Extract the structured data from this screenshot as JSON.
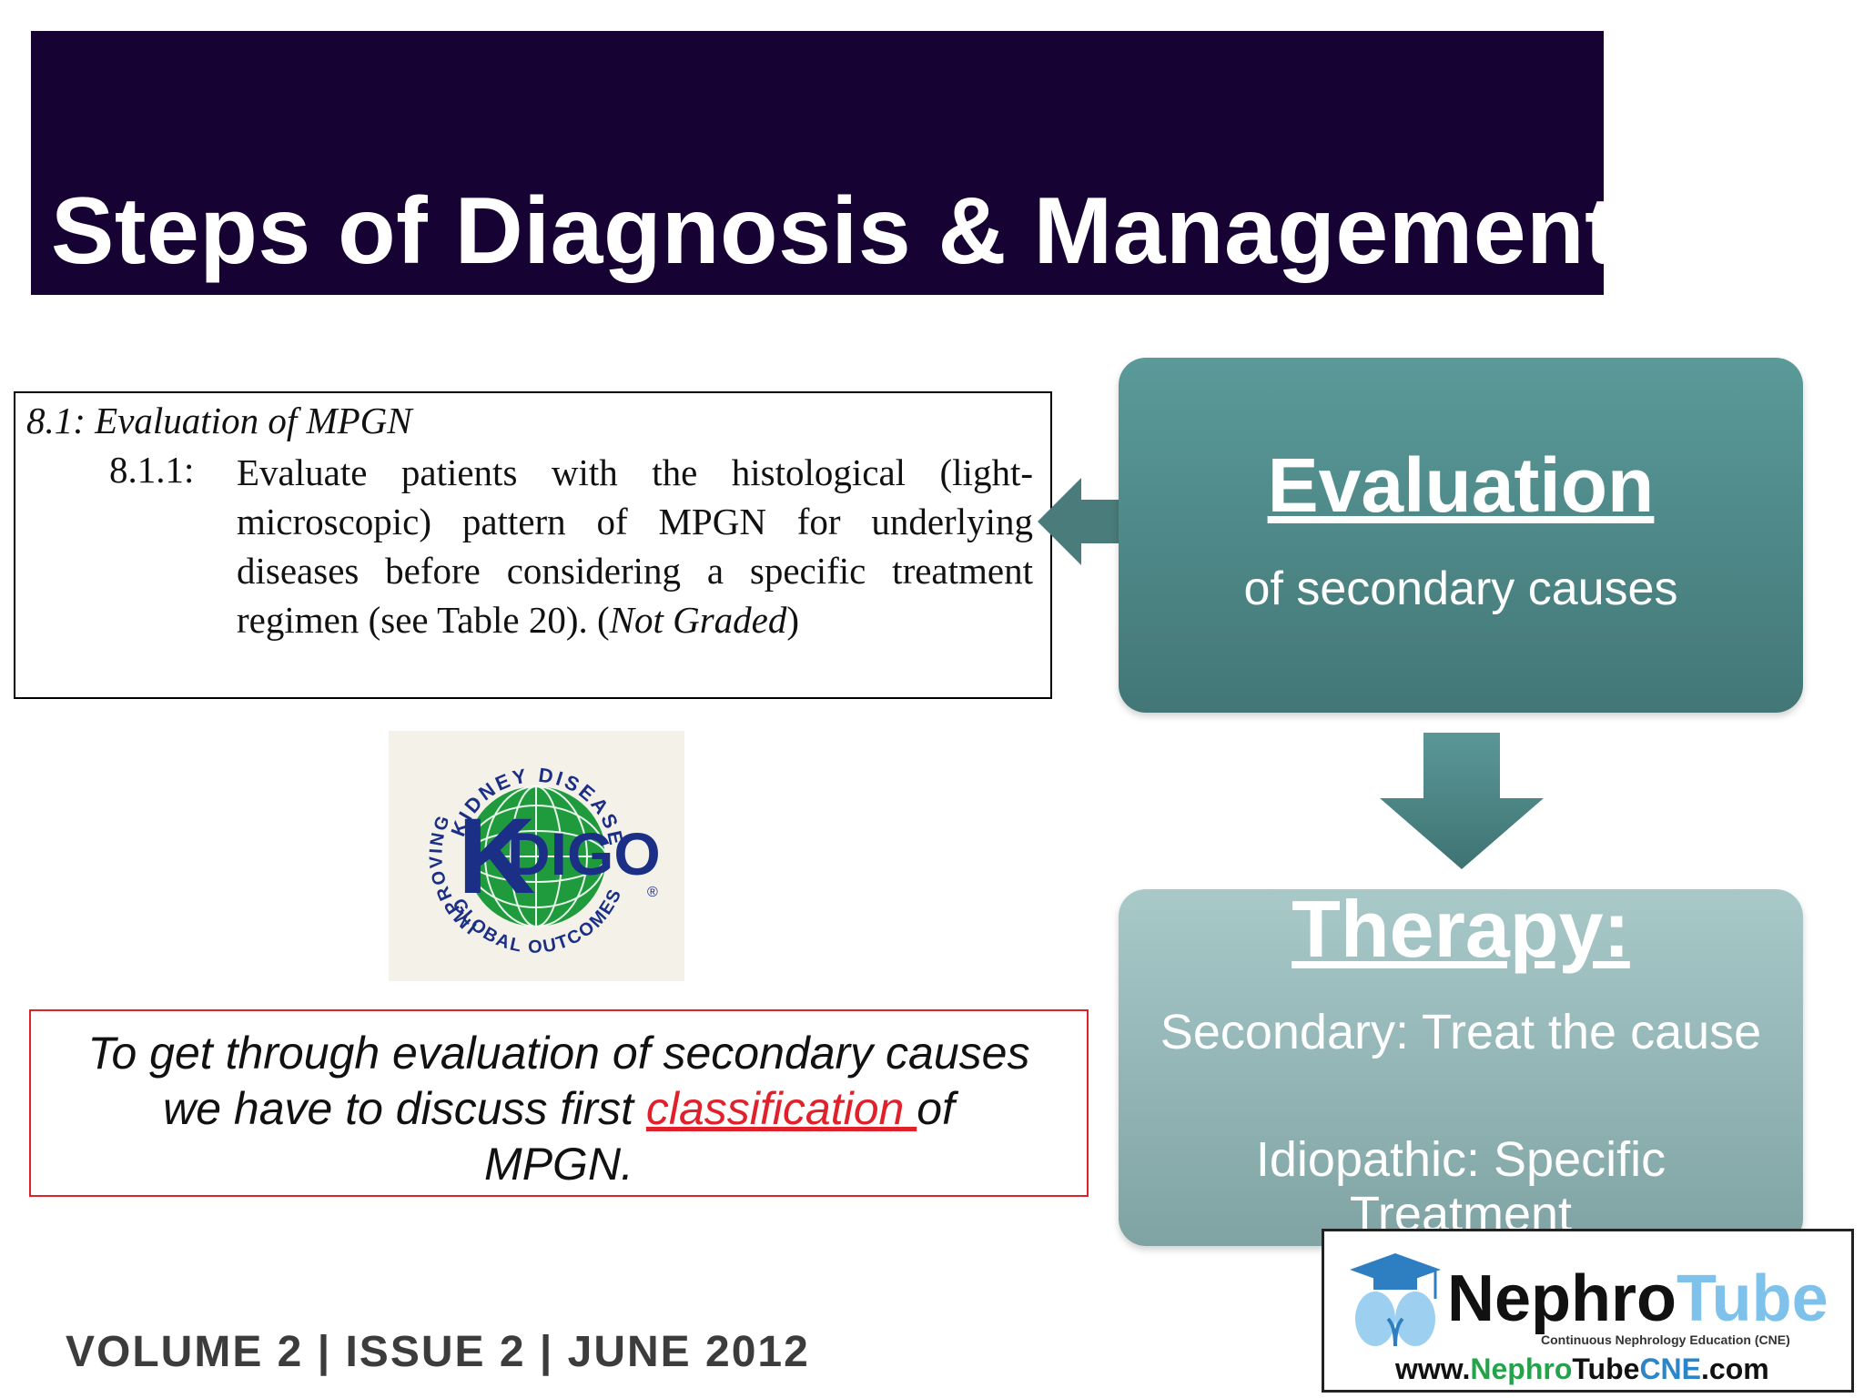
{
  "title": "Steps of Diagnosis & Management",
  "recommendation": {
    "heading": "8.1: Evaluation of MPGN",
    "number": "8.1.1:",
    "text": "Evaluate patients with the histological (light-microscopic) pattern of MPGN for underlying diseases before considering a specific treatment regimen (see Table 20). (",
    "italic": "Not Graded",
    "close": ")"
  },
  "kdigo": {
    "letters": "KDIGO",
    "ring_top": "KIDNEY DISEASE",
    "ring_left": "IMPROVING",
    "ring_bottom": "GLOBAL OUTCOMES",
    "registered": "®"
  },
  "note": {
    "line1": "To get through evaluation of secondary causes",
    "line2_pre": "we have to discuss first ",
    "link": "classification ",
    "line2_post": "of",
    "line3": "MPGN."
  },
  "volume": "VOLUME 2 | ISSUE 2 | JUNE 2012",
  "evaluation": {
    "title": "Evaluation",
    "subtitle": "of secondary causes"
  },
  "therapy": {
    "title": "Therapy:",
    "secondary": "Secondary: Treat the cause",
    "idiopathic": "Idiopathic: Specific Treatment"
  },
  "nephrotube": {
    "name_part1": "Nephro",
    "name_part2": "Tube",
    "tagline": "Continuous Nephrology Education (CNE)",
    "url_pre": "www.",
    "url_mid1": "Nephro",
    "url_mid2": "Tube",
    "url_mid3": "CNE",
    "url_post": ".com"
  },
  "colors": {
    "title_bar": "#170234",
    "evaluation_box": "#4f8a89",
    "therapy_box": "#97b9b9",
    "note_border": "#e0212b",
    "kdigo_blue": "#1c2f86",
    "kdigo_green": "#1f9b3d"
  }
}
